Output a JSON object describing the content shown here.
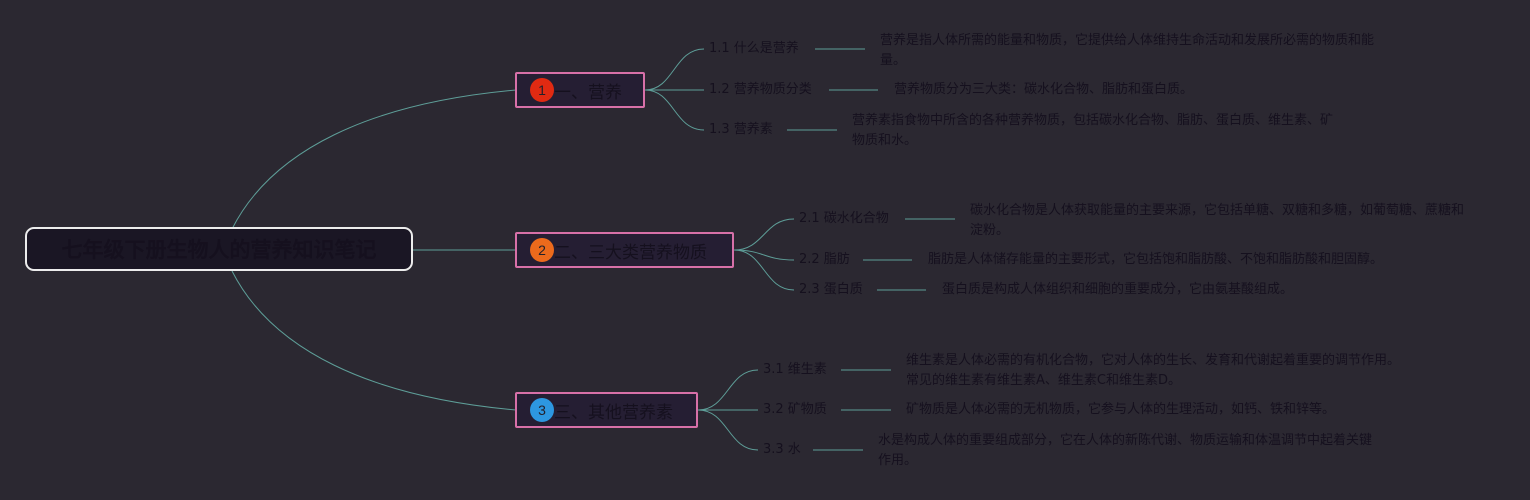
{
  "title": "七年级下册生物人的营养知识笔记",
  "colors": {
    "background": "#2b2831",
    "line": "#5e9e98",
    "branch_border": "#d770a8",
    "root_border": "#ececec"
  },
  "branches": [
    {
      "number": "1",
      "label": "一、营养",
      "badge_color": "#e02a12",
      "children": [
        {
          "label": "1.1 什么是营养",
          "desc": "营养是指人体所需的能量和物质，它提供给人体维持生命活动和发展所必需的物质和能量。"
        },
        {
          "label": "1.2 营养物质分类",
          "desc": "营养物质分为三大类：碳水化合物、脂肪和蛋白质。"
        },
        {
          "label": "1.3 营养素",
          "desc": "营养素指食物中所含的各种营养物质，包括碳水化合物、脂肪、蛋白质、维生素、矿物质和水。"
        }
      ]
    },
    {
      "number": "2",
      "label": "二、三大类营养物质",
      "badge_color": "#ec6a1c",
      "children": [
        {
          "label": "2.1 碳水化合物",
          "desc": "碳水化合物是人体获取能量的主要来源，它包括单糖、双糖和多糖，如葡萄糖、蔗糖和淀粉。"
        },
        {
          "label": "2.2 脂肪",
          "desc": "脂肪是人体储存能量的主要形式，它包括饱和脂肪酸、不饱和脂肪酸和胆固醇。"
        },
        {
          "label": "2.3 蛋白质",
          "desc": "蛋白质是构成人体组织和细胞的重要成分，它由氨基酸组成。"
        }
      ]
    },
    {
      "number": "3",
      "label": "三、其他营养素",
      "badge_color": "#2d97e0",
      "children": [
        {
          "label": "3.1 维生素",
          "desc": "维生素是人体必需的有机化合物，它对人体的生长、发育和代谢起着重要的调节作用。常见的维生素有维生素A、维生素C和维生素D。"
        },
        {
          "label": "3.2 矿物质",
          "desc": "矿物质是人体必需的无机物质，它参与人体的生理活动，如钙、铁和锌等。"
        },
        {
          "label": "3.3 水",
          "desc": "水是构成人体的重要组成部分，它在人体的新陈代谢、物质运输和体温调节中起着关键作用。"
        }
      ]
    }
  ]
}
